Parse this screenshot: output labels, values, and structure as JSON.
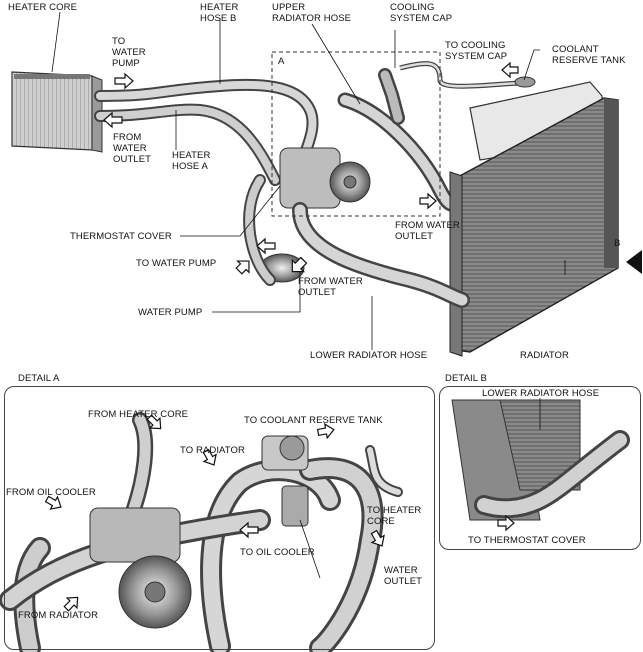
{
  "main": {
    "labels": {
      "heater_core": "HEATER CORE",
      "heater_hose_b": "HEATER\nHOSE B",
      "upper_radiator_hose": "UPPER\nRADIATOR HOSE",
      "cooling_system_cap": "COOLING\nSYSTEM CAP",
      "to_water_pump_top": "TO\nWATER\nPUMP",
      "from_water_outlet_left": "FROM\nWATER\nOUTLET",
      "heater_hose_a": "HEATER\nHOSE A",
      "detail_marker_a": "A",
      "to_cooling_system_cap": "TO COOLING\nSYSTEM CAP",
      "coolant_reserve_tank": "COOLANT\nRESERVE TANK",
      "thermostat_cover": "THERMOSTAT COVER",
      "to_water_pump_mid": "TO WATER PUMP",
      "from_water_outlet_right": "FROM WATER\nOUTLET",
      "from_water_outlet_bottom": "FROM WATER\nOUTLET",
      "water_pump": "WATER PUMP",
      "lower_radiator_hose": "LOWER RADIATOR HOSE",
      "radiator": "RADIATOR",
      "view_marker_b": "B"
    }
  },
  "detail_a": {
    "title": "DETAIL A",
    "labels": {
      "from_heater_core": "FROM HEATER CORE",
      "to_coolant_reserve_tank": "TO COOLANT RESERVE TANK",
      "to_radiator": "TO RADIATOR",
      "from_oil_cooler": "FROM OIL COOLER",
      "to_heater_core": "TO HEATER\nCORE",
      "to_oil_cooler": "TO OIL COOLER",
      "water_outlet": "WATER\nOUTLET",
      "from_radiator": "FROM RADIATOR"
    }
  },
  "detail_b": {
    "title": "DETAIL B",
    "labels": {
      "lower_radiator_hose": "LOWER RADIATOR HOSE",
      "to_thermostat_cover": "TO THERMOSTAT COVER"
    }
  }
}
